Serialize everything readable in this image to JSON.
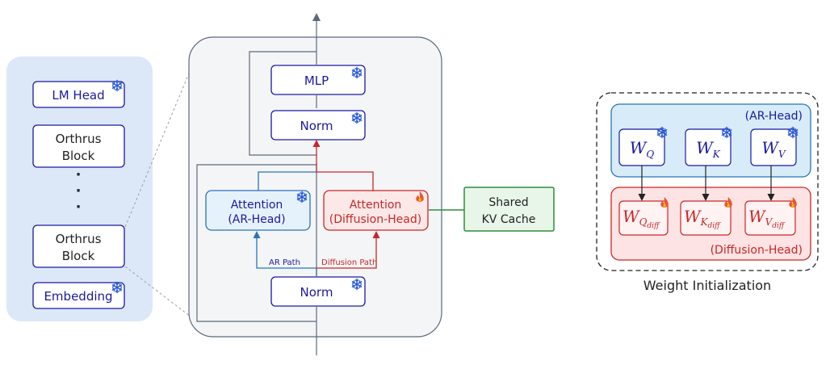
{
  "colors": {
    "navy": "#1a1aa0",
    "blue_head": "#2a74b8",
    "red_head": "#c62828",
    "green": "#2e8b3e",
    "stack_bg": "#dce8f8",
    "block_bg": "#f4f5f6"
  },
  "stack": {
    "lm_head": "LM Head",
    "orthrus_block_top": [
      "Orthrus",
      "Block"
    ],
    "ellipsis": [
      "·",
      "·",
      "·"
    ],
    "orthrus_block_bottom": [
      "Orthrus",
      "Block"
    ],
    "embedding": "Embedding"
  },
  "block": {
    "mlp": "MLP",
    "norm_top": "Norm",
    "attention_ar": [
      "Attention",
      "(AR-Head)"
    ],
    "attention_diff": [
      "Attention",
      "(Diffusion-Head)"
    ],
    "ar_path_label": "AR Path",
    "diffusion_path_label": "Diffusion Path",
    "norm_bottom": "Norm"
  },
  "kv_cache": [
    "Shared",
    "KV Cache"
  ],
  "weights": {
    "ar_head_label": "(AR-Head)",
    "diff_head_label": "(Diffusion-Head)",
    "ar": [
      {
        "base": "W",
        "sub": "Q",
        "subsub": ""
      },
      {
        "base": "W",
        "sub": "K",
        "subsub": ""
      },
      {
        "base": "W",
        "sub": "V",
        "subsub": ""
      }
    ],
    "diff": [
      {
        "base": "W",
        "sub": "Q",
        "subsub": "diff"
      },
      {
        "base": "W",
        "sub": "K",
        "subsub": "diff"
      },
      {
        "base": "W",
        "sub": "V",
        "subsub": "diff"
      }
    ],
    "caption": "Weight Initialization"
  },
  "icons": {
    "frozen": "snowflake-icon",
    "trainable": "flame-icon"
  }
}
